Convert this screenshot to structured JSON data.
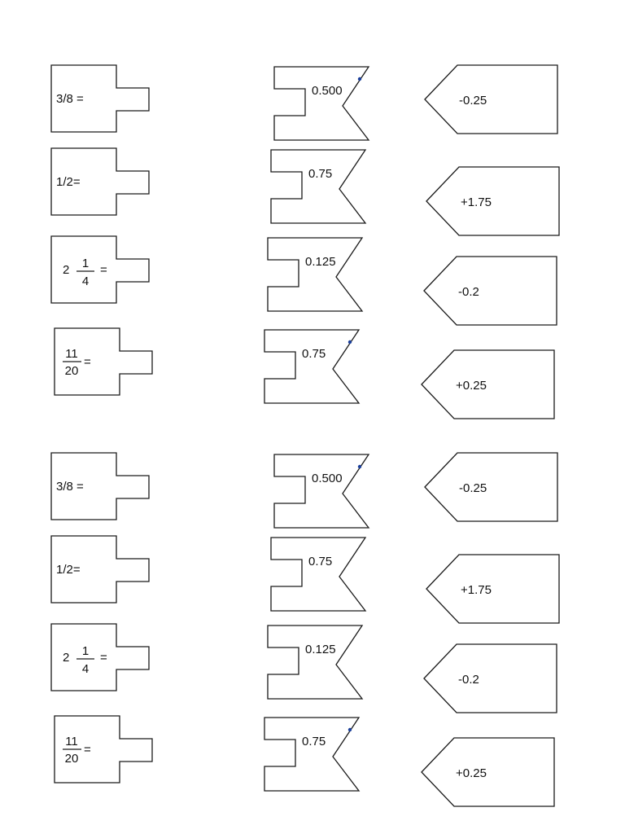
{
  "worksheet": {
    "ink_color": "#1a1a1a",
    "sets": [
      {
        "rows": [
          {
            "question": {
              "type": "simple",
              "text": "3/8 ="
            },
            "decimal": "0.500",
            "answer": "-0.25"
          },
          {
            "question": {
              "type": "simple",
              "text": "1/2="
            },
            "decimal": "0.75",
            "answer": "+1.75"
          },
          {
            "question": {
              "type": "mixed",
              "whole": "2",
              "numerator": "1",
              "denominator": "4",
              "suffix": "="
            },
            "decimal": "0.125",
            "answer": "-0.2"
          },
          {
            "question": {
              "type": "fraction",
              "numerator": "11",
              "denominator": "20",
              "suffix": "="
            },
            "decimal": "0.75",
            "answer": "+0.25"
          }
        ]
      },
      {
        "rows": [
          {
            "question": {
              "type": "simple",
              "text": "3/8 ="
            },
            "decimal": "0.500",
            "answer": "-0.25"
          },
          {
            "question": {
              "type": "simple",
              "text": "1/2="
            },
            "decimal": "0.75",
            "answer": "+1.75"
          },
          {
            "question": {
              "type": "mixed",
              "whole": "2",
              "numerator": "1",
              "denominator": "4",
              "suffix": "="
            },
            "decimal": "0.125",
            "answer": "-0.2"
          },
          {
            "question": {
              "type": "fraction",
              "numerator": "11",
              "denominator": "20",
              "suffix": "="
            },
            "decimal": "0.75",
            "answer": "+0.25"
          }
        ]
      }
    ]
  }
}
